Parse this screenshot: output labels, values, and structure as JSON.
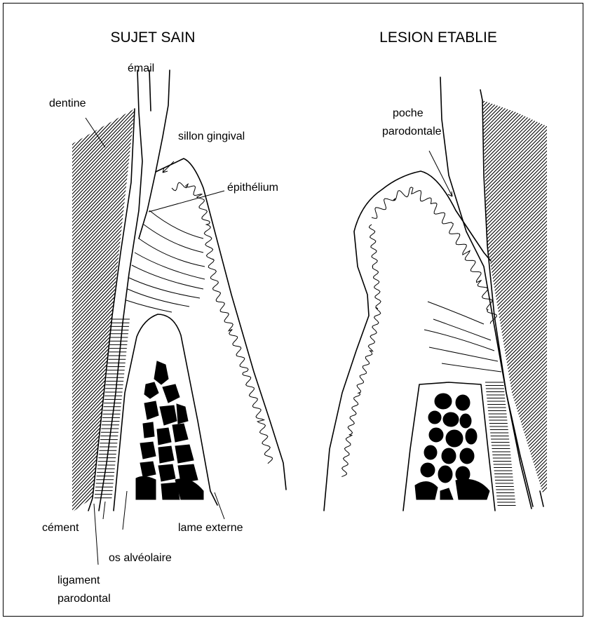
{
  "panels": {
    "left": {
      "title": "SUJET SAIN",
      "labels": {
        "email": "émail",
        "dentine": "dentine",
        "sillon": "sillon gingival",
        "epithelium": "épithélium",
        "cement": "cément",
        "lame": "lame externe",
        "os": "os alvéolaire",
        "ligament_1": "ligament",
        "ligament_2": "parodontal"
      }
    },
    "right": {
      "title": "LESION ETABLIE",
      "labels": {
        "poche_1": "poche",
        "poche_2": "parodontale"
      }
    }
  }
}
